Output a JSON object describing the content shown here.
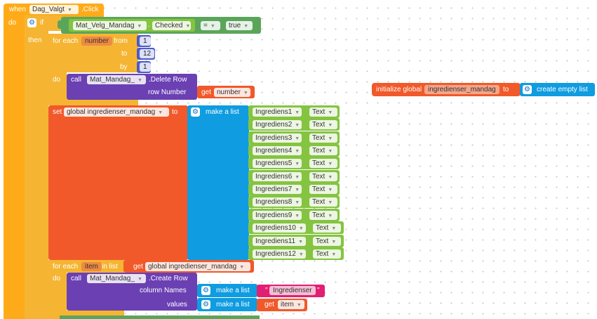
{
  "event": {
    "when": "when",
    "component": "Dag_Valgt",
    "event": ".Click",
    "do": "do"
  },
  "if_block": {
    "if": "if",
    "then": "then",
    "component": "Mat_Velg_Mandag",
    "property": "Checked",
    "operator": "=",
    "value": "true"
  },
  "for_range": {
    "label": "for each",
    "var": "number",
    "from": "from",
    "to": "to",
    "by": "by",
    "from_val": "1",
    "to_val": "12",
    "by_val": "1",
    "do": "do"
  },
  "delete_row": {
    "call": "call",
    "component": "Mat_Mandag_",
    "method": ".Delete Row",
    "arg": "row Number",
    "get": "get",
    "get_var": "number"
  },
  "init_global": {
    "label": "initialize global",
    "name": "ingredienser_mandag",
    "to": "to",
    "value": "create empty list"
  },
  "set_global": {
    "set": "set",
    "var": "global ingredienser_mandag",
    "to": "to",
    "make": "make a list"
  },
  "ingredients": [
    {
      "comp": "Ingrediens1",
      "prop": "Text"
    },
    {
      "comp": "Ingrediens2",
      "prop": "Text"
    },
    {
      "comp": "Ingrediens3",
      "prop": "Text"
    },
    {
      "comp": "Ingrediens4",
      "prop": "Text"
    },
    {
      "comp": "Ingrediens5",
      "prop": "Text"
    },
    {
      "comp": "Ingrediens6",
      "prop": "Text"
    },
    {
      "comp": "Ingrediens7",
      "prop": "Text"
    },
    {
      "comp": "Ingrediens8",
      "prop": "Text"
    },
    {
      "comp": "Ingrediens9",
      "prop": "Text"
    },
    {
      "comp": "Ingrediens10",
      "prop": "Text"
    },
    {
      "comp": "Ingrediens11",
      "prop": "Text"
    },
    {
      "comp": "Ingrediens12",
      "prop": "Text"
    }
  ],
  "for_list": {
    "label": "for each",
    "var": "item",
    "in": "in list",
    "get": "get",
    "get_var": "global ingredienser_mandag",
    "do": "do"
  },
  "create_row": {
    "call": "call",
    "component": "Mat_Mandag_",
    "method": ".Create Row",
    "col_label": "column Names",
    "values_label": "values",
    "make": "make a list",
    "col_value": "Ingredienser",
    "get": "get",
    "get_var": "item"
  },
  "glyphs": {
    "gear": "⚙",
    "caret": "▼",
    "quote_open": "\"",
    "quote_close": "\"",
    "dot": "."
  },
  "colors": {
    "event": "#ffab19",
    "control": "#f5b532",
    "logic": "#5ba55b",
    "component": "#84c441",
    "procedure": "#6a40b3",
    "variable": "#f1592a",
    "list": "#0f9ce0",
    "math": "#4a5cc7",
    "text": "#e21f73"
  }
}
